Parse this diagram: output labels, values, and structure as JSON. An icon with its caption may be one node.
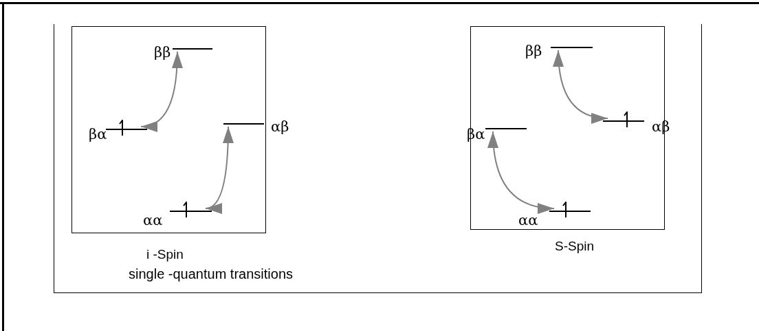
{
  "diagram": {
    "nodes": [
      {
        "text": [
          "single -quantum transitions"
        ]
      },
      {
        "text": [
          "i -Spin"
        ],
        "in": 0
      },
      {
        "text": [
          "ββ"
        ],
        "in": 1
      },
      {
        "text": [
          "βα"
        ],
        "in": 1
      },
      {
        "text": [
          "αβ"
        ],
        "in": 1
      },
      {
        "text": [
          "αα"
        ],
        "in": 1
      },
      {
        "text": [
          "S-Spin"
        ],
        "in": 0
      },
      {
        "text": [
          "ββ"
        ],
        "in": 6
      },
      {
        "text": [
          "βα"
        ],
        "in": 6
      },
      {
        "text": [
          "αβ"
        ],
        "in": 6
      },
      {
        "text": [
          "αα"
        ],
        "in": 6
      }
    ],
    "edges": [
      {
        "from": 2,
        "to": 3,
        "arrow": "both"
      },
      {
        "from": 4,
        "to": 5,
        "arrow": "both"
      },
      {
        "from": 7,
        "to": 9,
        "arrow": "both"
      },
      {
        "from": 8,
        "to": 10,
        "arrow": "both"
      }
    ]
  }
}
